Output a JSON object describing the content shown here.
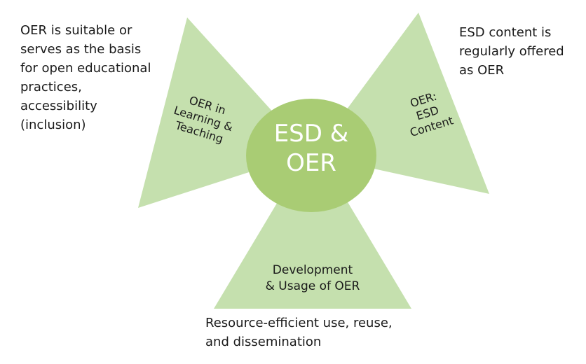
{
  "colors": {
    "triangle": "#c5e0ae",
    "circle": "#a9cc74",
    "center_text": "#ffffff"
  },
  "center": {
    "label": "ESD &\nOER"
  },
  "segments": [
    {
      "label": "OER in\nLearning &\nTeaching",
      "description": "OER is suitable or\nserves as the basis\nfor open educational\npractices,\naccessibility\n(inclusion)"
    },
    {
      "label": "OER:\nESD\nContent",
      "description": "ESD content is\nregularly offered\nas OER"
    },
    {
      "label": "Development\n& Usage of OER",
      "description": "Resource-efficient use, reuse,\nand dissemination"
    }
  ]
}
